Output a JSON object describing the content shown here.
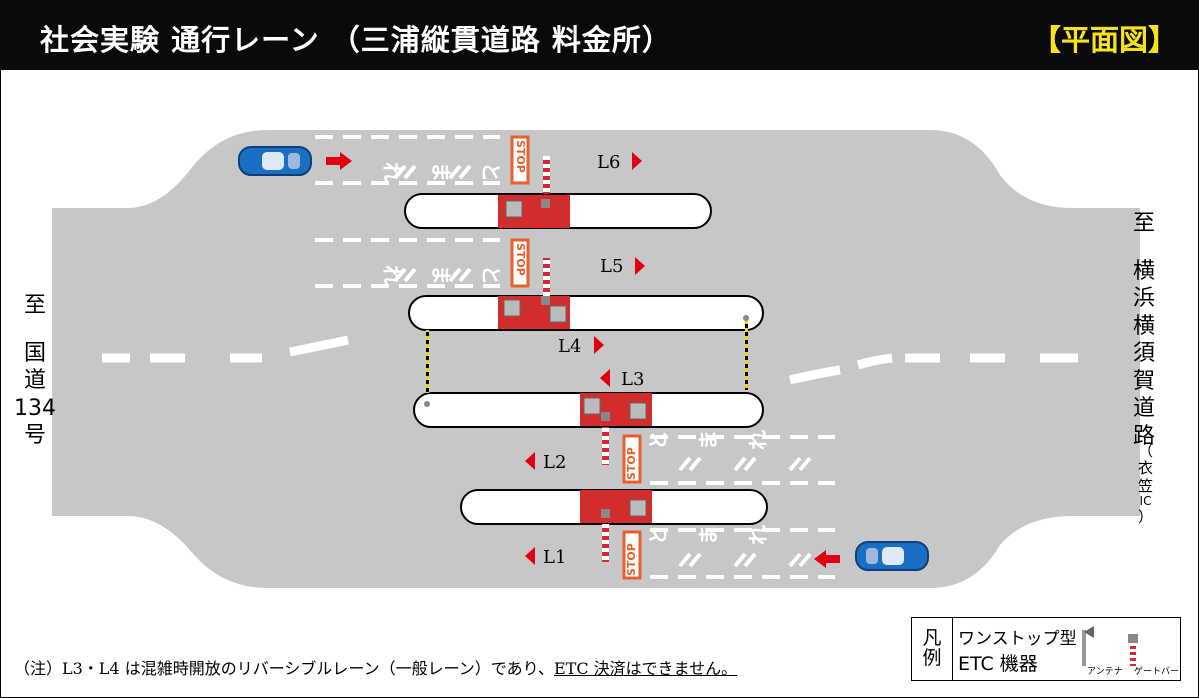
{
  "header": {
    "title": "社会実験 通行レーン （三浦縦貫道路 料金所）",
    "badge": "【平面図】"
  },
  "destinations": {
    "left": [
      "至",
      "国",
      "道",
      "134",
      "号"
    ],
    "right": [
      "至",
      "横",
      "浜",
      "横",
      "須",
      "賀",
      "道",
      "路"
    ],
    "right_small": [
      "（",
      "衣",
      "笠",
      "IC",
      "）"
    ]
  },
  "lanes": {
    "L1": "L1",
    "L2": "L2",
    "L3": "L3",
    "L4": "L4",
    "L5": "L5",
    "L6": "L6"
  },
  "road_markings": {
    "stop": "STOP",
    "slow_chars": [
      "と",
      "ま",
      "れ"
    ]
  },
  "note": {
    "prefix": "（注）L3・L4 は混雑時開放のリバーシブルレーン（一般レーン）であり、",
    "underlined": "ETC 決済はできません。"
  },
  "legend": {
    "head": [
      "凡",
      "例"
    ],
    "line1": "ワンストップ型",
    "line2": "ETC 機器",
    "antenna": "アンテナ",
    "gate": "ゲートバー"
  },
  "colors": {
    "road": "#c7c7c7",
    "booth": "#d22c2c",
    "stop": "#e8602a",
    "arrow": "#e00012",
    "car": "#1a6fc4"
  }
}
